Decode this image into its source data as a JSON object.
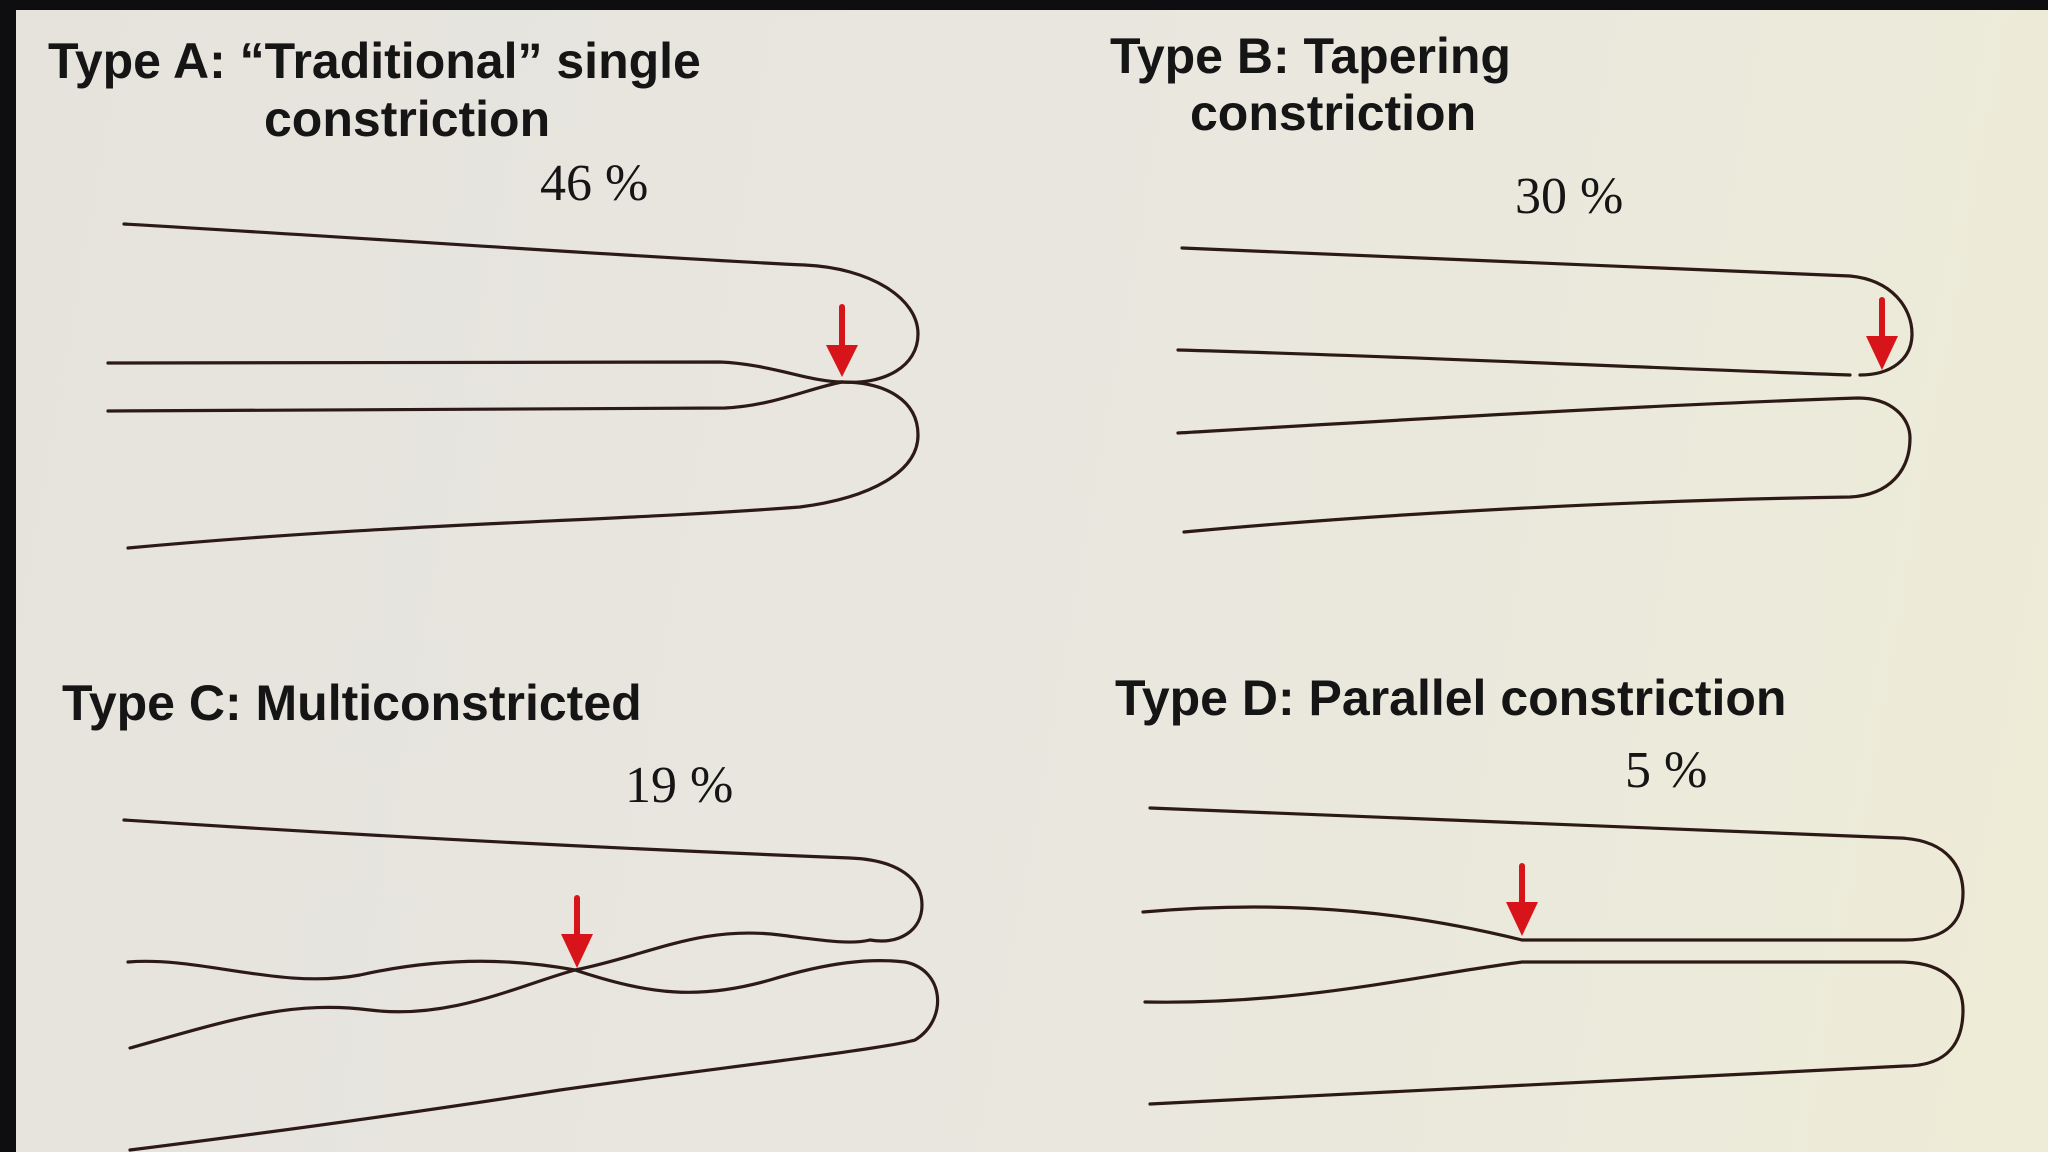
{
  "panels": {
    "a": {
      "title_line1": "Type A: “Traditional” single",
      "title_line2": "constriction",
      "percent": "46 %"
    },
    "b": {
      "title_line1": "Type B: Tapering",
      "title_line2": "constriction",
      "percent": "30 %"
    },
    "c": {
      "title_line1": "Type C: Multiconstricted",
      "percent": "19 %"
    },
    "d": {
      "title_line1": "Type D: Parallel constriction",
      "percent": "5 %"
    }
  },
  "colors": {
    "arrow": "#d8141b",
    "outline": "#2d1a16",
    "text": "#151515"
  }
}
